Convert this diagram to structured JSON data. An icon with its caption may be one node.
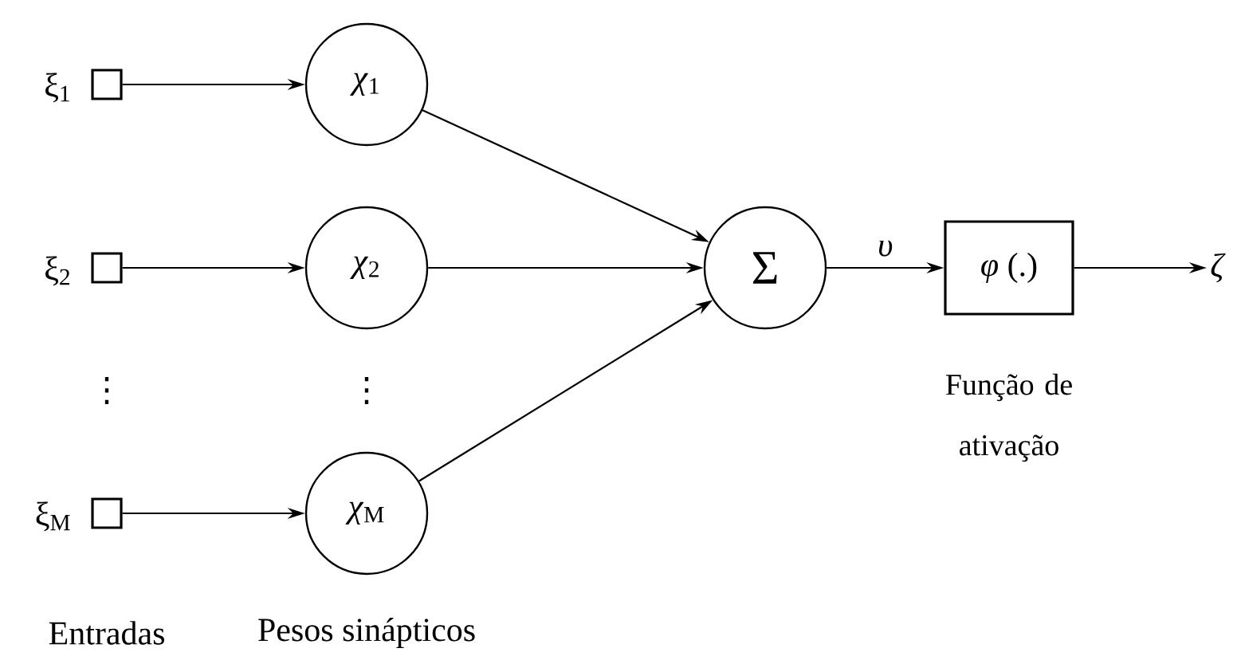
{
  "diagram": {
    "nodes": [
      {
        "text": [],
        "shape": "box",
        "beside": [
          "ξ$_{1}$"
        ]
      },
      {
        "text": [],
        "shape": "box",
        "beside": [
          "ξ$_{2}$"
        ]
      },
      {
        "text": [],
        "shape": "box",
        "beside": [
          "ξ$_{M}$"
        ]
      },
      {
        "text": [
          "*χ*$_{1}$"
        ]
      },
      {
        "text": [
          "*χ*$_{2}$"
        ]
      },
      {
        "text": [
          "*χ*$_{M}$"
        ]
      },
      {
        "text": [
          "Σ"
        ]
      },
      {
        "text": [
          "*φ* (.)"
        ],
        "beside": [
          "Função de ativação"
        ]
      },
      {
        "text": [
          "*ζ*"
        ]
      }
    ],
    "edges": [
      {
        "from": 0,
        "to": 3,
        "arrow": "to"
      },
      {
        "from": 1,
        "to": 4,
        "arrow": "to"
      },
      {
        "from": 2,
        "to": 5,
        "arrow": "to"
      },
      {
        "from": 3,
        "to": 6,
        "arrow": "to"
      },
      {
        "from": 4,
        "to": 6,
        "arrow": "to"
      },
      {
        "from": 5,
        "to": 6,
        "arrow": "to"
      },
      {
        "from": 6,
        "to": 7,
        "arrow": "to",
        "label": "*υ*"
      },
      {
        "from": 7,
        "to": 8,
        "arrow": "to"
      }
    ],
    "labels": [
      "⋮",
      "⋮",
      "Entradas",
      "Pesos sinápticos"
    ]
  }
}
